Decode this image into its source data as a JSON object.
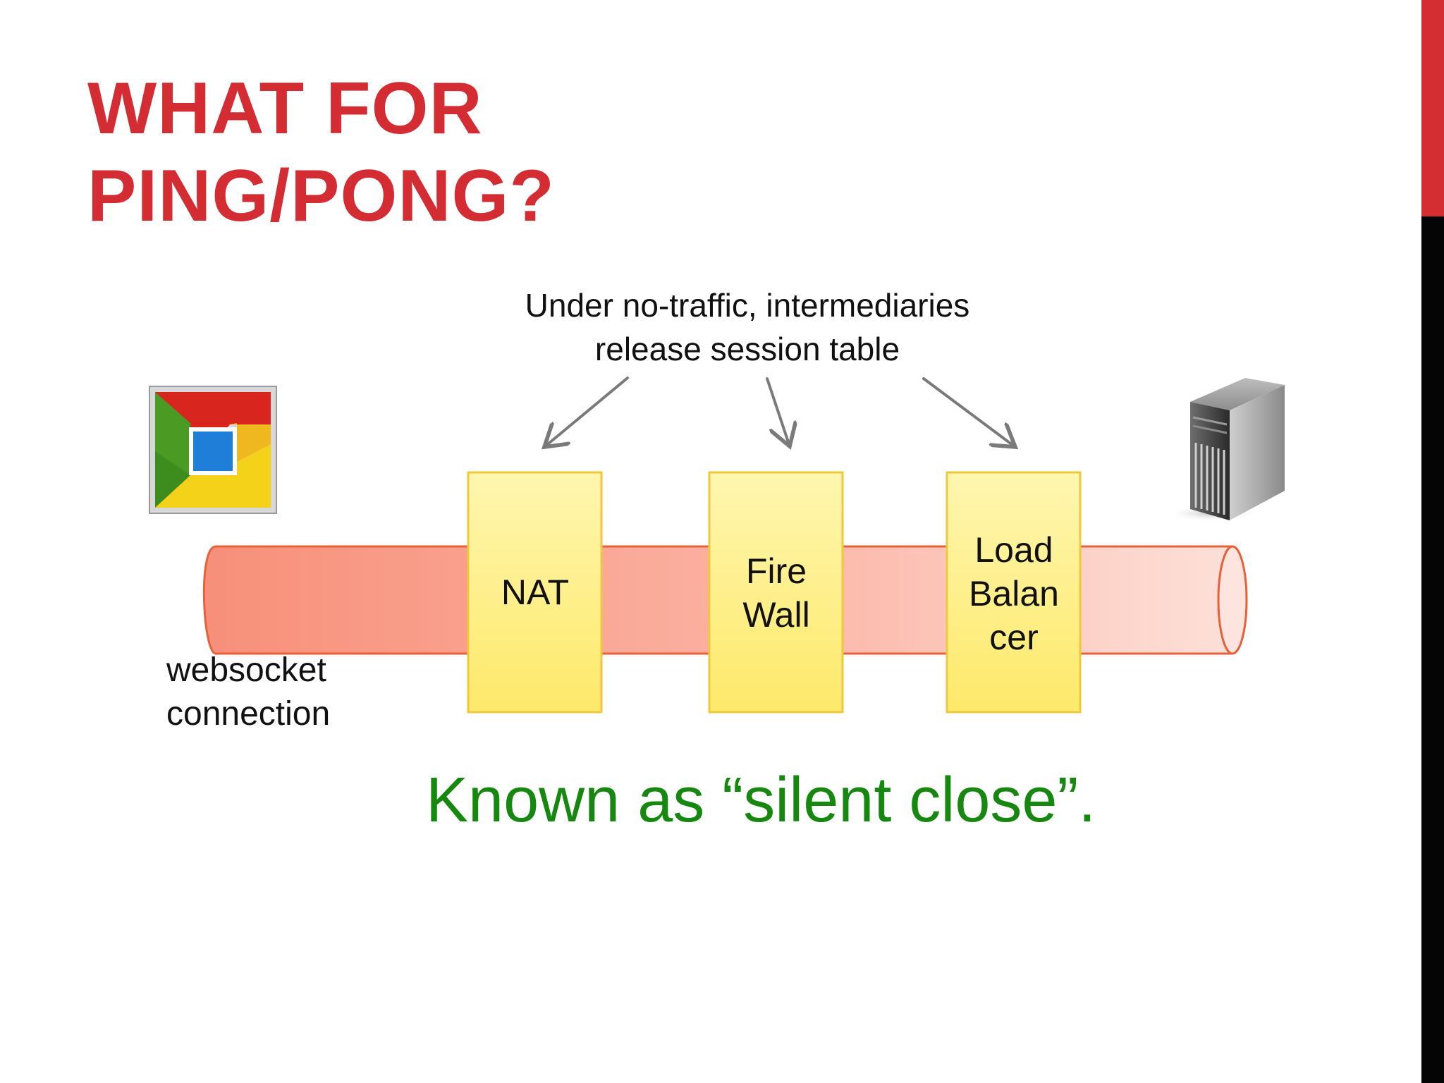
{
  "slide": {
    "title_lines": [
      "WHAT FOR",
      "PING/PONG?"
    ],
    "callout_lines": [
      "Under no-traffic, intermediaries",
      "release session table"
    ],
    "intermediaries": [
      {
        "lines": [
          "NAT"
        ]
      },
      {
        "lines": [
          "Fire",
          "Wall"
        ]
      },
      {
        "lines": [
          "Load",
          "Balan",
          "cer"
        ]
      }
    ],
    "connection_label_lines": [
      "websocket",
      "connection"
    ],
    "conclusion": "Known as “silent close”."
  },
  "icons": {
    "client": "chrome-browser-icon",
    "server": "server-tower-icon",
    "arrows": "arrow-icon"
  },
  "colors": {
    "title": "#d32c32",
    "accent_red": "#d42e33",
    "accent_black": "#050505",
    "pipe": "#f8a08a",
    "pipe_outline": "#e8603a",
    "box_fill": "#fff7a8",
    "box_outline": "#eec93a",
    "conclusion": "#17880f",
    "arrow": "#7a7a7a"
  }
}
